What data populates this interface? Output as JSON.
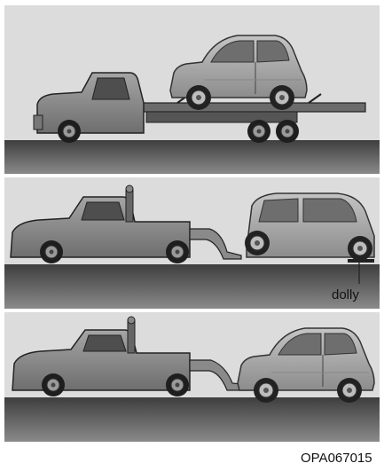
{
  "labels": {
    "dolly": "dolly",
    "figure_code": "OPA067015"
  },
  "panels": [
    {
      "scene": "flatbed-truck-carrying-car"
    },
    {
      "scene": "wheel-lift-truck-car-rear-on-dolly"
    },
    {
      "scene": "wheel-lift-truck-car-front-lifted"
    }
  ],
  "colors": {
    "panel_bg": "#dcdcdc",
    "road_dark": "#4a4a4a",
    "car_body": "#a7a7a7",
    "truck_body": "#8e8e8e"
  }
}
